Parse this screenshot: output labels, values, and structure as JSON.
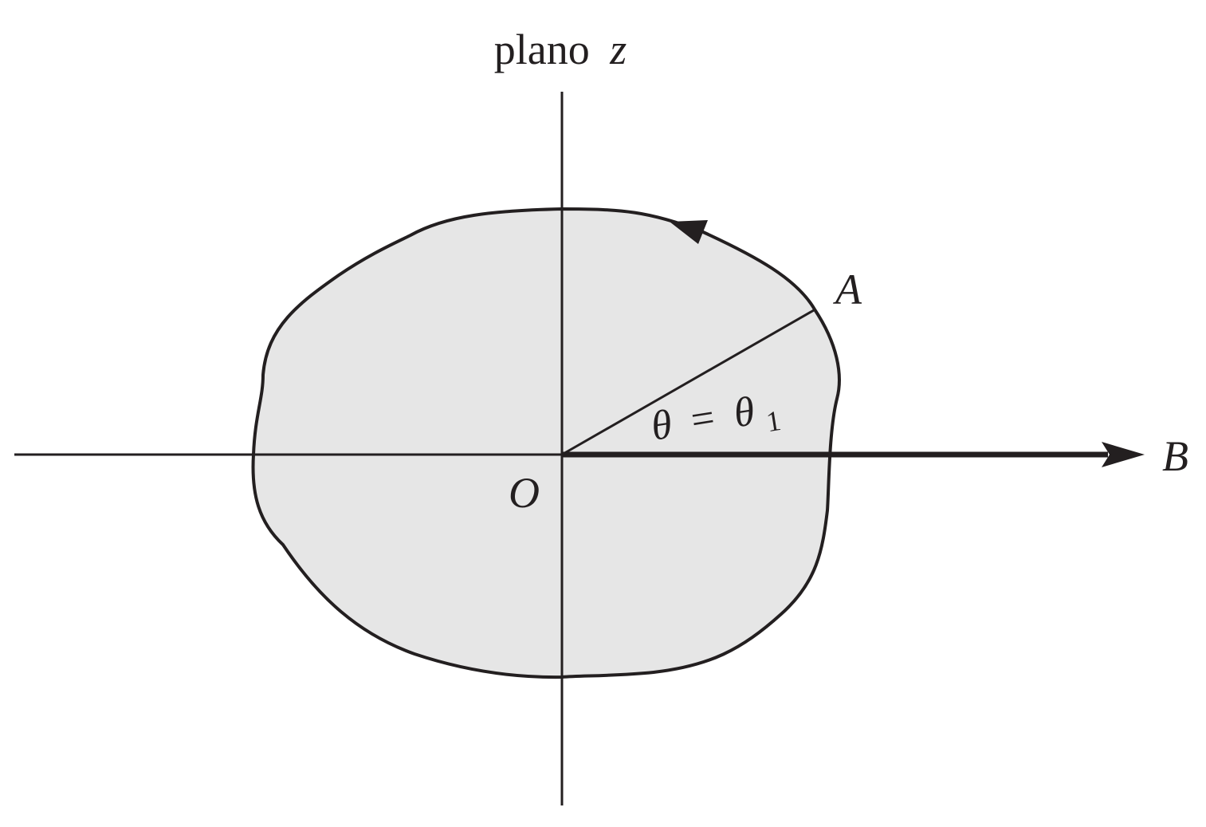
{
  "diagram": {
    "title_word": "plano",
    "title_var": "z",
    "origin_label": "O",
    "point_a_label": "A",
    "point_b_label": "B",
    "angle_label": {
      "theta": "θ",
      "equals": "=",
      "theta_sub": "θ",
      "subscript": "1"
    },
    "colors": {
      "ink": "#231f20",
      "region_fill": "#e6e6e6",
      "background": "#ffffff"
    }
  }
}
